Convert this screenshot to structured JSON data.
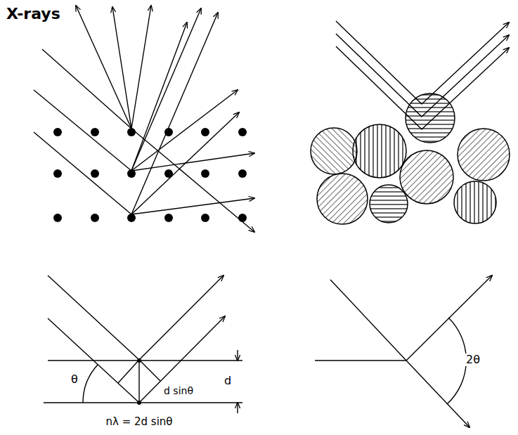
{
  "diagram": {
    "labels": [
      "X-rays",
      "θ",
      "d sinθ",
      "d",
      "nλ = 2d sinθ",
      "2θ"
    ]
  }
}
